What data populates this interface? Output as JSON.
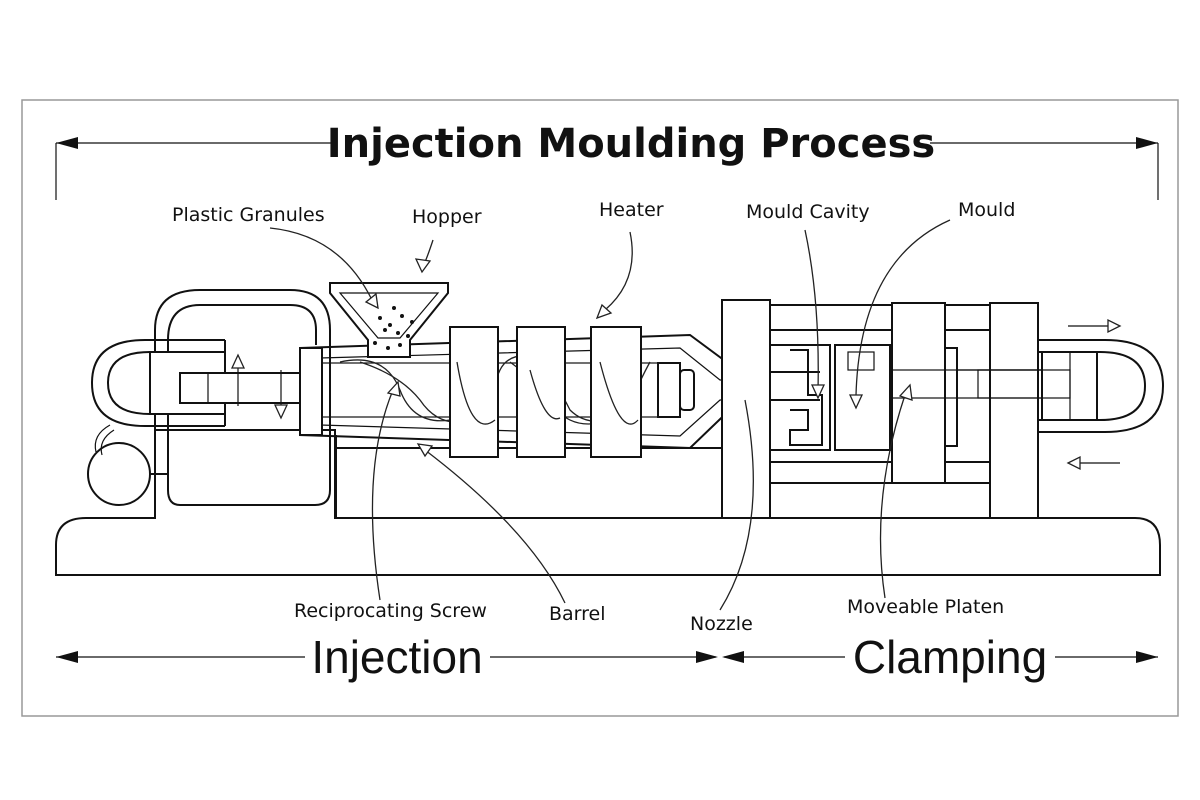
{
  "title": "Injection Moulding Process",
  "labels": {
    "plastic_granules": "Plastic Granules",
    "hopper": "Hopper",
    "heater": "Heater",
    "mould_cavity": "Mould Cavity",
    "mould": "Mould",
    "reciprocating_screw": "Reciprocating Screw",
    "barrel": "Barrel",
    "nozzle": "Nozzle",
    "moveable_platen": "Moveable Platen"
  },
  "sections": {
    "injection": "Injection",
    "clamping": "Clamping"
  },
  "colors": {
    "line": "#111111",
    "background": "#ffffff",
    "frame": "#999999"
  }
}
